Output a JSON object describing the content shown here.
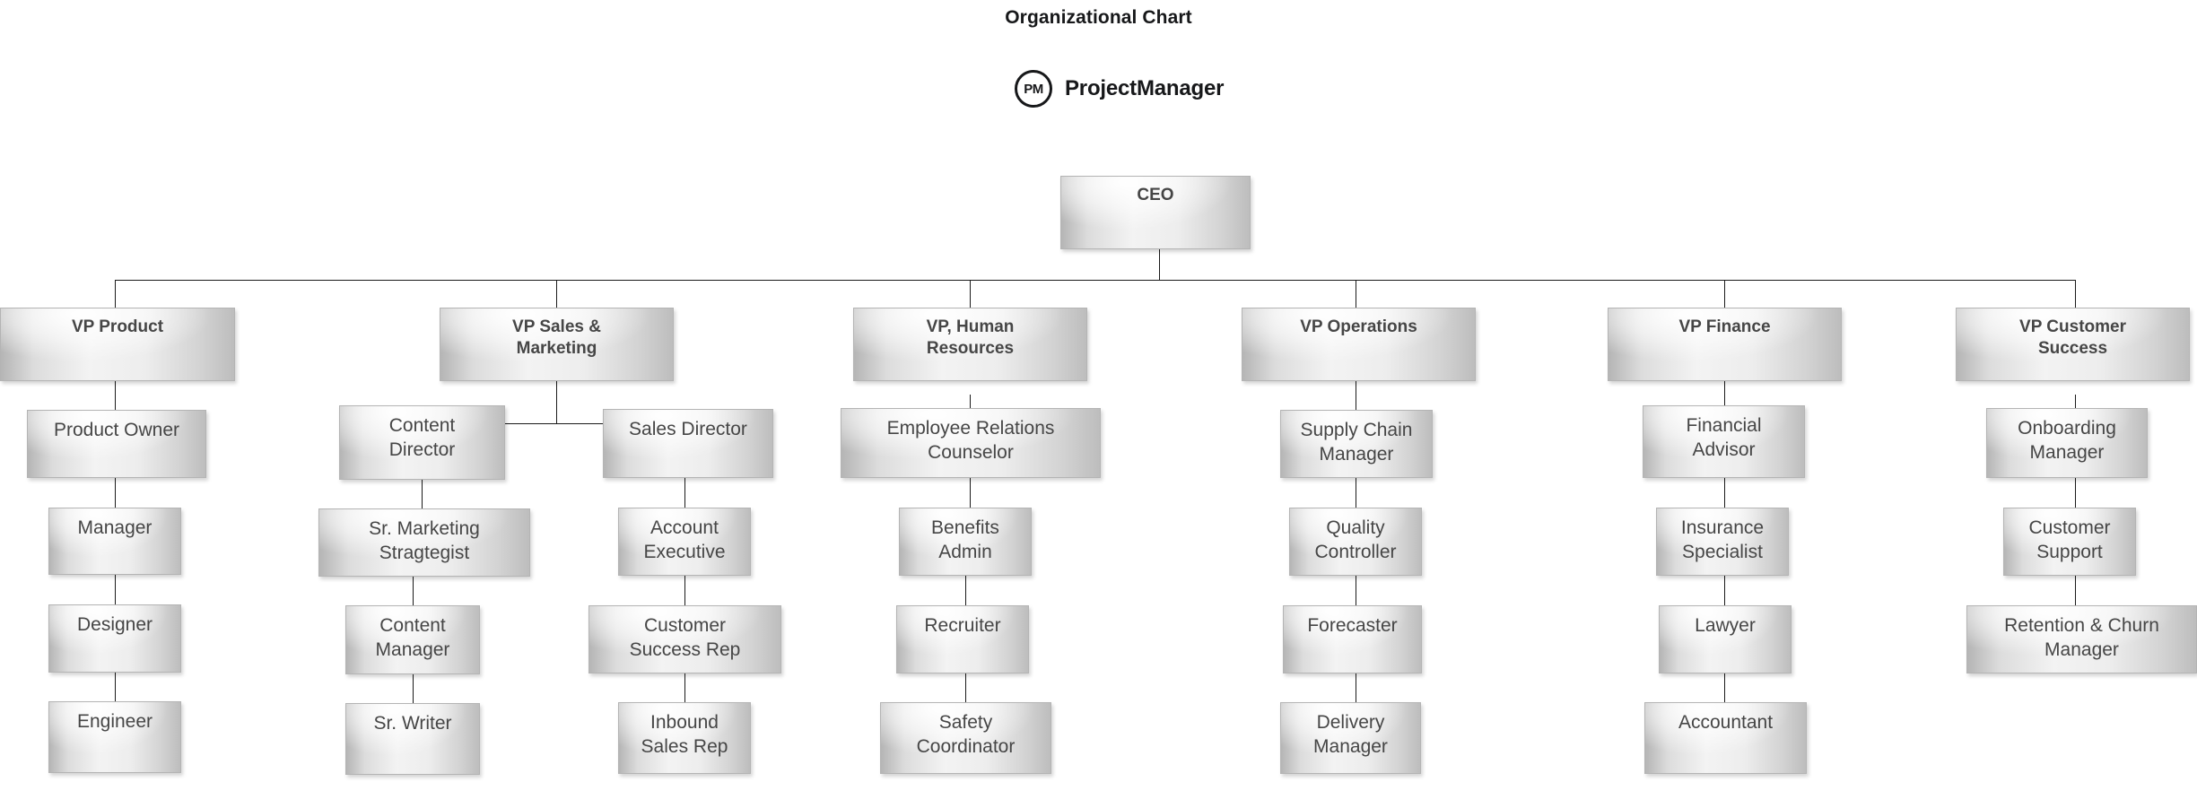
{
  "header": {
    "title": "Organizational Chart",
    "brand": {
      "monogram": "PM",
      "name": "ProjectManager",
      "mark_icon": "project-manager-logo-icon"
    }
  },
  "chart_data": {
    "type": "diagram",
    "diagram_type": "organizational-chart",
    "title": "Organizational Chart",
    "root": "CEO",
    "nodes": {
      "root": {
        "label": "CEO",
        "level": "root"
      },
      "vp_product": {
        "label": "VP Product",
        "level": "vp"
      },
      "vp_sales": {
        "label": "VP Sales &\nMarketing",
        "level": "vp"
      },
      "vp_hr": {
        "label": "VP, Human\nResources",
        "level": "vp"
      },
      "vp_ops": {
        "label": "VP Operations",
        "level": "vp"
      },
      "vp_finance": {
        "label": "VP Finance",
        "level": "vp"
      },
      "vp_cs": {
        "label": "VP Customer\nSuccess",
        "level": "vp"
      },
      "product_owner": {
        "label": "Product Owner",
        "level": "staff"
      },
      "manager": {
        "label": "Manager",
        "level": "staff"
      },
      "designer": {
        "label": "Designer",
        "level": "staff"
      },
      "engineer": {
        "label": "Engineer",
        "level": "staff"
      },
      "content_director": {
        "label": "Content\nDirector",
        "level": "staff"
      },
      "sr_marketing": {
        "label": "Sr. Marketing\nStragtegist",
        "level": "staff"
      },
      "content_manager": {
        "label": "Content\nManager",
        "level": "staff"
      },
      "sr_writer": {
        "label": "Sr. Writer",
        "level": "staff"
      },
      "sales_director": {
        "label": "Sales Director",
        "level": "staff"
      },
      "account_exec": {
        "label": "Account\nExecutive",
        "level": "staff"
      },
      "cs_rep": {
        "label": "Customer\nSuccess Rep",
        "level": "staff"
      },
      "inbound_rep": {
        "label": "Inbound\nSales Rep",
        "level": "staff"
      },
      "employee_relations": {
        "label": "Employee Relations\nCounselor",
        "level": "staff"
      },
      "benefits_admin": {
        "label": "Benefits\nAdmin",
        "level": "staff"
      },
      "recruiter": {
        "label": "Recruiter",
        "level": "staff"
      },
      "safety_coord": {
        "label": "Safety\nCoordinator",
        "level": "staff"
      },
      "supply_chain": {
        "label": "Supply Chain\nManager",
        "level": "staff"
      },
      "quality_controller": {
        "label": "Quality\nController",
        "level": "staff"
      },
      "forecaster": {
        "label": "Forecaster",
        "level": "staff"
      },
      "delivery_manager": {
        "label": "Delivery\nManager",
        "level": "staff"
      },
      "financial_advisor": {
        "label": "Financial\nAdvisor",
        "level": "staff"
      },
      "insurance_specialist": {
        "label": "Insurance\nSpecialist",
        "level": "staff"
      },
      "lawyer": {
        "label": "Lawyer",
        "level": "staff"
      },
      "accountant": {
        "label": "Accountant",
        "level": "staff"
      },
      "onboarding_manager": {
        "label": "Onboarding\nManager",
        "level": "staff"
      },
      "customer_support": {
        "label": "Customer\nSupport",
        "level": "staff"
      },
      "retention_manager": {
        "label": "Retention & Churn\nManager",
        "level": "staff"
      }
    },
    "edges": [
      [
        "root",
        "vp_product"
      ],
      [
        "root",
        "vp_sales"
      ],
      [
        "root",
        "vp_hr"
      ],
      [
        "root",
        "vp_ops"
      ],
      [
        "root",
        "vp_finance"
      ],
      [
        "root",
        "vp_cs"
      ],
      [
        "vp_product",
        "product_owner"
      ],
      [
        "product_owner",
        "manager"
      ],
      [
        "manager",
        "designer"
      ],
      [
        "designer",
        "engineer"
      ],
      [
        "vp_sales",
        "content_director"
      ],
      [
        "vp_sales",
        "sales_director"
      ],
      [
        "content_director",
        "sr_marketing"
      ],
      [
        "sr_marketing",
        "content_manager"
      ],
      [
        "content_manager",
        "sr_writer"
      ],
      [
        "sales_director",
        "account_exec"
      ],
      [
        "account_exec",
        "cs_rep"
      ],
      [
        "cs_rep",
        "inbound_rep"
      ],
      [
        "vp_hr",
        "employee_relations"
      ],
      [
        "employee_relations",
        "benefits_admin"
      ],
      [
        "benefits_admin",
        "recruiter"
      ],
      [
        "recruiter",
        "safety_coord"
      ],
      [
        "vp_ops",
        "supply_chain"
      ],
      [
        "supply_chain",
        "quality_controller"
      ],
      [
        "quality_controller",
        "forecaster"
      ],
      [
        "forecaster",
        "delivery_manager"
      ],
      [
        "vp_finance",
        "financial_advisor"
      ],
      [
        "financial_advisor",
        "insurance_specialist"
      ],
      [
        "insurance_specialist",
        "lawyer"
      ],
      [
        "lawyer",
        "accountant"
      ],
      [
        "vp_cs",
        "onboarding_manager"
      ],
      [
        "onboarding_manager",
        "customer_support"
      ],
      [
        "customer_support",
        "retention_manager"
      ]
    ],
    "branches": [
      {
        "name": "Product",
        "head": "VP Product",
        "chain": [
          "Product Owner",
          "Manager",
          "Designer",
          "Engineer"
        ]
      },
      {
        "name": "Sales & Marketing",
        "head": "VP Sales & Marketing",
        "sub_branches": [
          {
            "head": "Content Director",
            "chain": [
              "Sr. Marketing Stragtegist",
              "Content Manager",
              "Sr. Writer"
            ]
          },
          {
            "head": "Sales Director",
            "chain": [
              "Account Executive",
              "Customer Success Rep",
              "Inbound Sales Rep"
            ]
          }
        ]
      },
      {
        "name": "Human Resources",
        "head": "VP, Human Resources",
        "chain": [
          "Employee Relations Counselor",
          "Benefits Admin",
          "Recruiter",
          "Safety Coordinator"
        ]
      },
      {
        "name": "Operations",
        "head": "VP Operations",
        "chain": [
          "Supply Chain Manager",
          "Quality Controller",
          "Forecaster",
          "Delivery Manager"
        ]
      },
      {
        "name": "Finance",
        "head": "VP Finance",
        "chain": [
          "Financial Advisor",
          "Insurance Specialist",
          "Lawyer",
          "Accountant"
        ]
      },
      {
        "name": "Customer Success",
        "head": "VP Customer Success",
        "chain": [
          "Onboarding Manager",
          "Customer Support",
          "Retention & Churn Manager"
        ]
      }
    ],
    "colors": {
      "node_fill_light": "#f3f3f3",
      "node_fill_dark": "#b5b5b5",
      "node_border": "#b4b4b4",
      "node_text": "#464646",
      "connector": "#1a1a1a",
      "title_text": "#17181a",
      "background": "#ffffff"
    }
  }
}
